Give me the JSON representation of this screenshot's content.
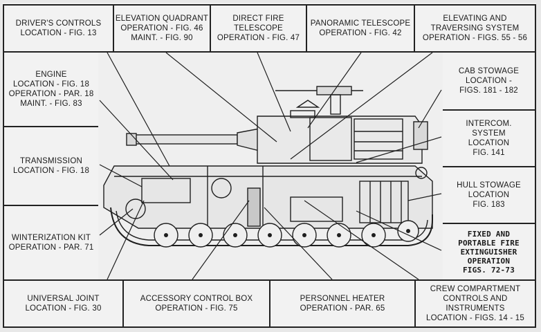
{
  "callouts": {
    "drivers_controls": [
      "DRIVER'S CONTROLS",
      "LOCATION - FIG. 13"
    ],
    "elevation_quadrant": [
      "ELEVATION QUADRANT",
      "OPERATION - FIG. 46",
      "MAINT. - FIG. 90"
    ],
    "direct_fire_telescope": [
      "DIRECT FIRE",
      "TELESCOPE",
      "OPERATION - FIG. 47"
    ],
    "panoramic_telescope": [
      "PANORAMIC TELESCOPE",
      "OPERATION - FIG. 42"
    ],
    "elevating_traversing": [
      "ELEVATING AND",
      "TRAVERSING SYSTEM",
      "OPERATION - FIGS. 55 - 56"
    ],
    "engine": [
      "ENGINE",
      "LOCATION - FIG. 18",
      "OPERATION - PAR. 18",
      "MAINT. - FIG. 83"
    ],
    "cab_stowage": [
      "CAB STOWAGE",
      "LOCATION -",
      "FIGS. 181 - 182"
    ],
    "intercom": [
      "INTERCOM.",
      "SYSTEM",
      "LOCATION",
      "FIG. 141"
    ],
    "transmission": [
      "TRANSMISSION",
      "LOCATION - FIG. 18"
    ],
    "hull_stowage": [
      "HULL STOWAGE",
      "LOCATION",
      "FIG. 183"
    ],
    "winterization": [
      "WINTERIZATION KIT",
      "OPERATION - PAR. 71"
    ],
    "fire_extinguisher": [
      "FIXED AND",
      "PORTABLE FIRE",
      "EXTINGUISHER",
      "OPERATION",
      "FIGS. 72-73"
    ],
    "universal_joint": [
      "UNIVERSAL JOINT",
      "LOCATION - FIG. 30"
    ],
    "accessory_control_box": [
      "ACCESSORY CONTROL BOX",
      "OPERATION - FIG. 75"
    ],
    "personnel_heater": [
      "PERSONNEL HEATER",
      "OPERATION - PAR. 65"
    ],
    "crew_compartment": [
      "CREW COMPARTMENT",
      "CONTROLS AND",
      "INSTRUMENTS",
      "LOCATION - FIGS. 14 - 15"
    ]
  },
  "colors": {
    "ink": "#222222",
    "paper": "#f2f2f2"
  }
}
